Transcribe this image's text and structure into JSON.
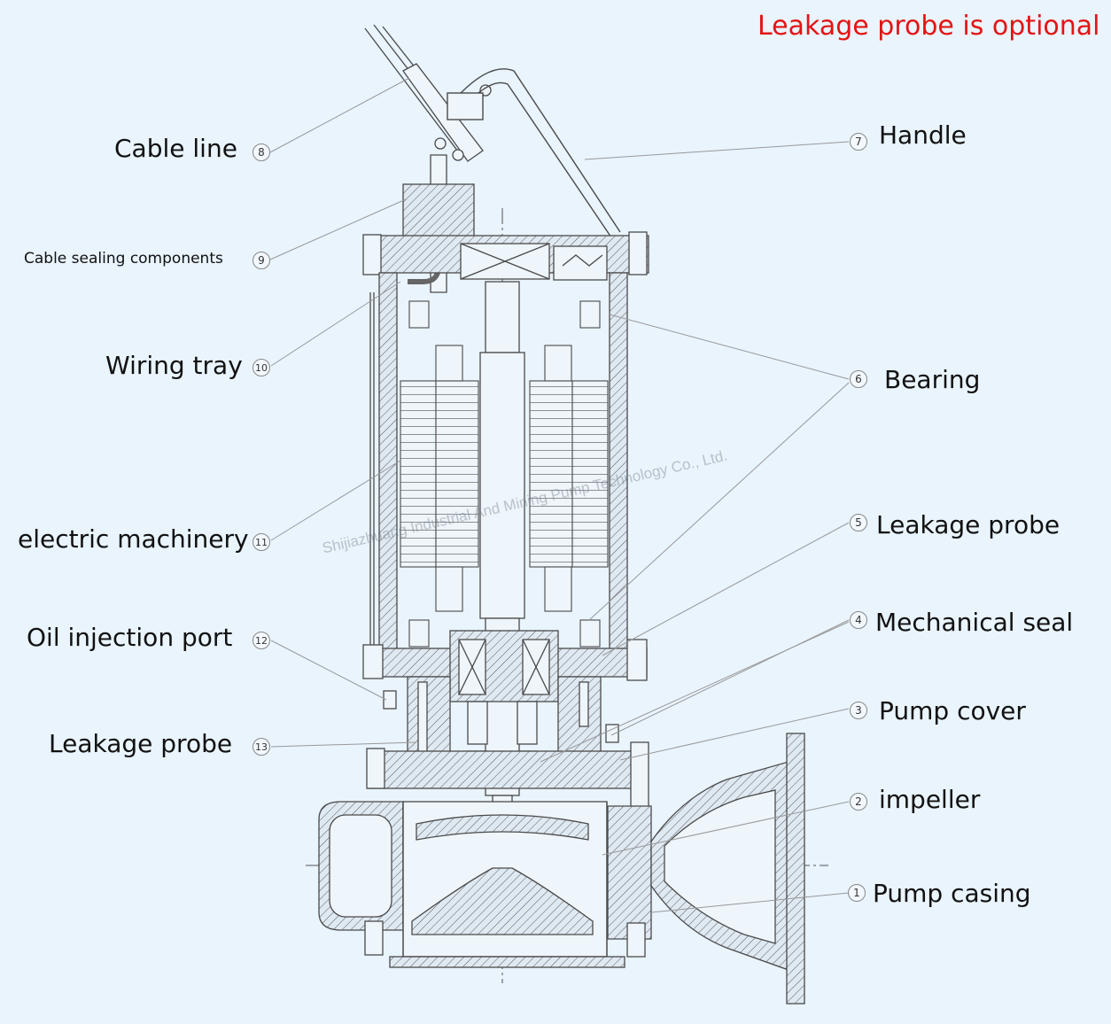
{
  "note": "Leakage probe is optional",
  "watermark": "Shijiazhuang Industrial And Mining Pump Technology Co., Ltd.",
  "colors": {
    "background": "#e9f4fd",
    "note": "#e31414",
    "drawing": "#4a4a4a"
  },
  "labels": {
    "cable_line": {
      "num": "8",
      "text": "Cable line"
    },
    "cable_sealing": {
      "num": "9",
      "text": "Cable sealing components"
    },
    "wiring_tray": {
      "num": "10",
      "text": "Wiring tray"
    },
    "electric_machinery": {
      "num": "11",
      "text": "electric machinery"
    },
    "oil_injection_port": {
      "num": "12",
      "text": "Oil injection port"
    },
    "leakage_probe_left": {
      "num": "13",
      "text": "Leakage probe"
    },
    "handle": {
      "num": "7",
      "text": "Handle"
    },
    "bearing": {
      "num": "6",
      "text": "Bearing"
    },
    "leakage_probe_right": {
      "num": "5",
      "text": "Leakage probe"
    },
    "mechanical_seal": {
      "num": "4",
      "text": "Mechanical seal"
    },
    "pump_cover": {
      "num": "3",
      "text": "Pump cover"
    },
    "impeller": {
      "num": "2",
      "text": "impeller"
    },
    "pump_casing": {
      "num": "1",
      "text": "Pump casing"
    }
  }
}
